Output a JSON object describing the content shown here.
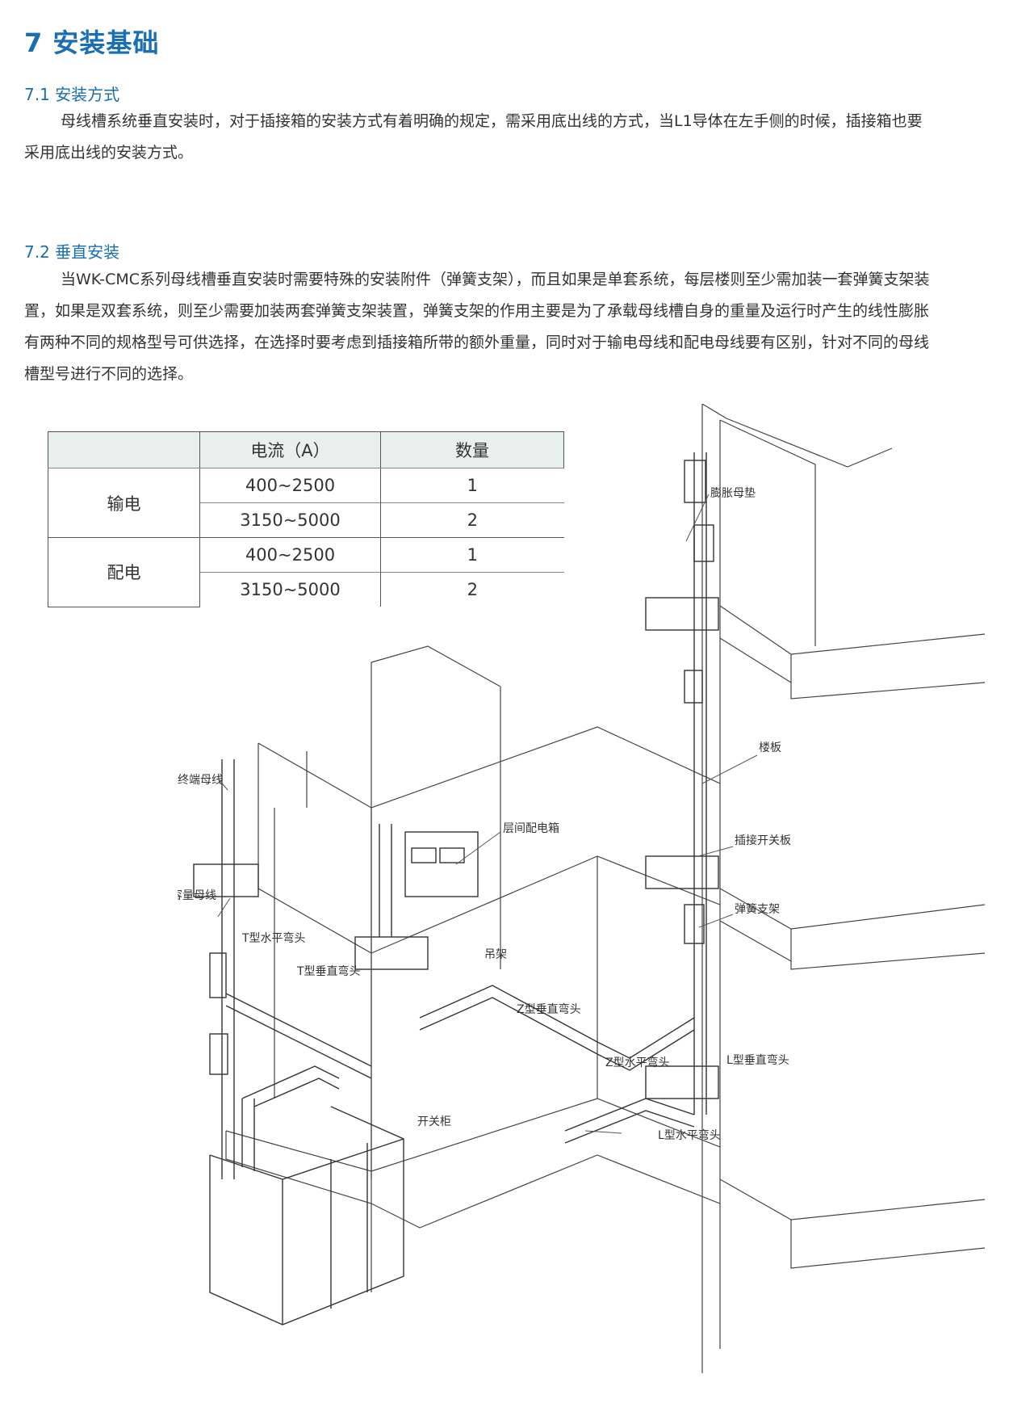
{
  "section": {
    "title": "7 安装基础"
  },
  "sub1": {
    "title": "7.1 安装方式",
    "text": "母线槽系统垂直安装时，对于插接箱的安装方式有着明确的规定，需采用底出线的方式，当L1导体在左手侧的时候，插接箱也要采用底出线的安装方式。"
  },
  "sub2": {
    "title": "7.2 垂直安装",
    "text": "当WK-CMC系列母线槽垂直安装时需要特殊的安装附件（弹簧支架），而且如果是单套系统，每层楼则至少需加装一套弹簧支架装置，如果是双套系统，则至少需要加装两套弹簧支架装置，弹簧支架的作用主要是为了承载母线槽自身的重量及运行时产生的线性膨胀有两种不同的规格型号可供选择，在选择时要考虑到插接箱所带的额外重量，同时对于输电母线和配电母线要有区别，针对不同的母线槽型号进行不同的选择。"
  },
  "table": {
    "headers": [
      "",
      "电流（A）",
      "数量"
    ],
    "groups": [
      {
        "name": "输电",
        "rows": [
          {
            "current": "400~2500",
            "qty": "1"
          },
          {
            "current": "3150~5000",
            "qty": "2"
          }
        ]
      },
      {
        "name": "配电",
        "rows": [
          {
            "current": "400~2500",
            "qty": "1"
          },
          {
            "current": "3150~5000",
            "qty": "2"
          }
        ]
      }
    ]
  },
  "diagram": {
    "labels": {
      "expansion_pad": "膨胀母垫",
      "floor_slab": "楼板",
      "plugin_switch_board": "插接开关板",
      "spring_bracket": "弹簧支架",
      "terminal_busbar": "终端母线",
      "floor_distribution_box": "层间配电箱",
      "variable_capacity_busbar": "变容量母线",
      "t_horizontal_elbow": "T型水平弯头",
      "t_vertical_elbow": "T型垂直弯头",
      "hanger": "吊架",
      "z_vertical_elbow": "Z型垂直弯头",
      "z_horizontal_elbow": "Z型水平弯头",
      "l_vertical_elbow": "L型垂直弯头",
      "l_horizontal_elbow": "L型水平弯头",
      "switch_cabinet": "开关柜"
    }
  },
  "colors": {
    "heading": "#1a6fb3",
    "table_header_bg": "#e7f0ec",
    "text": "#333333"
  }
}
